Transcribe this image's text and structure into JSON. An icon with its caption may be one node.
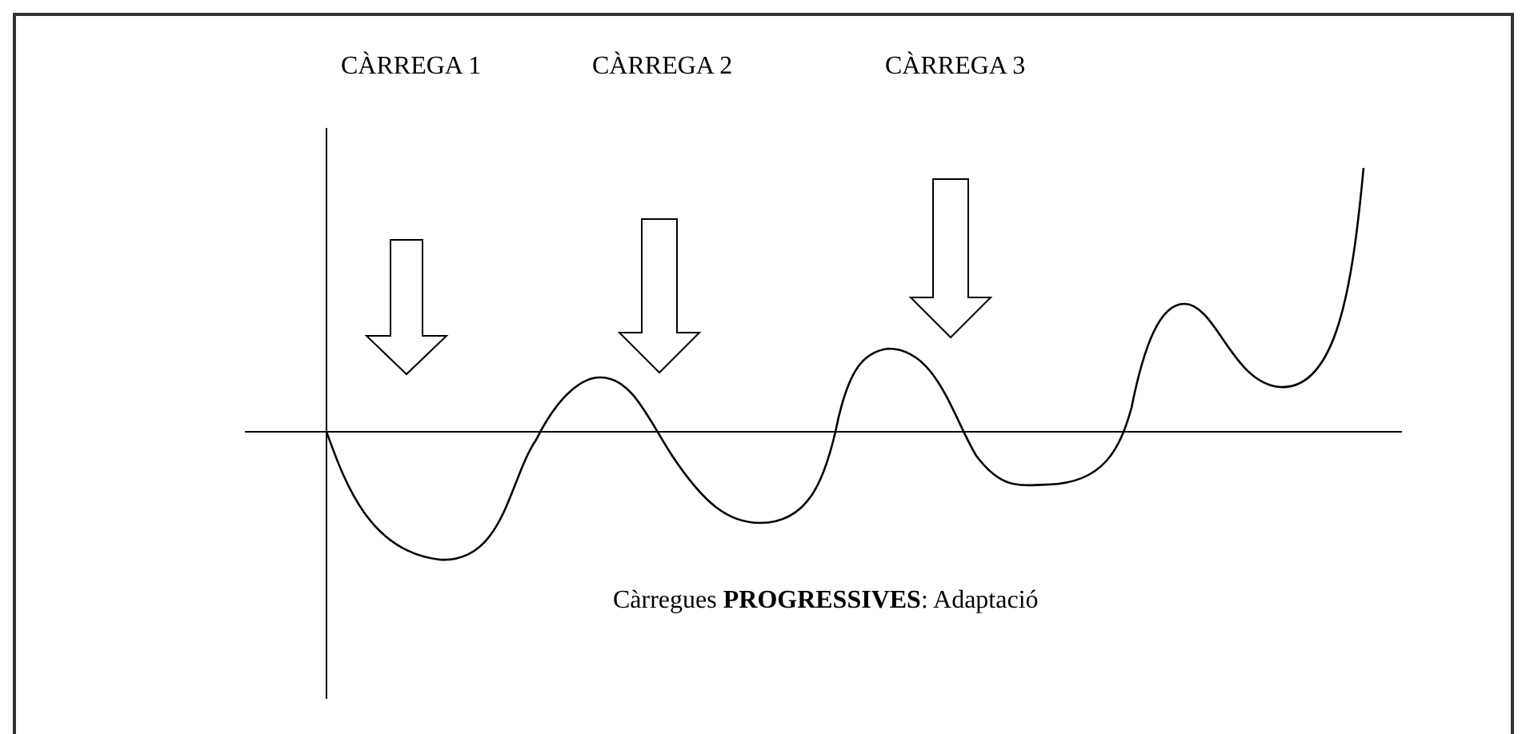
{
  "diagram": {
    "labels": [
      "CÀRREGA 1",
      "CÀRREGA 2",
      "CÀRREGA 3",
      "Càrregues **PROGRESSIVES**: Adaptació"
    ]
  }
}
